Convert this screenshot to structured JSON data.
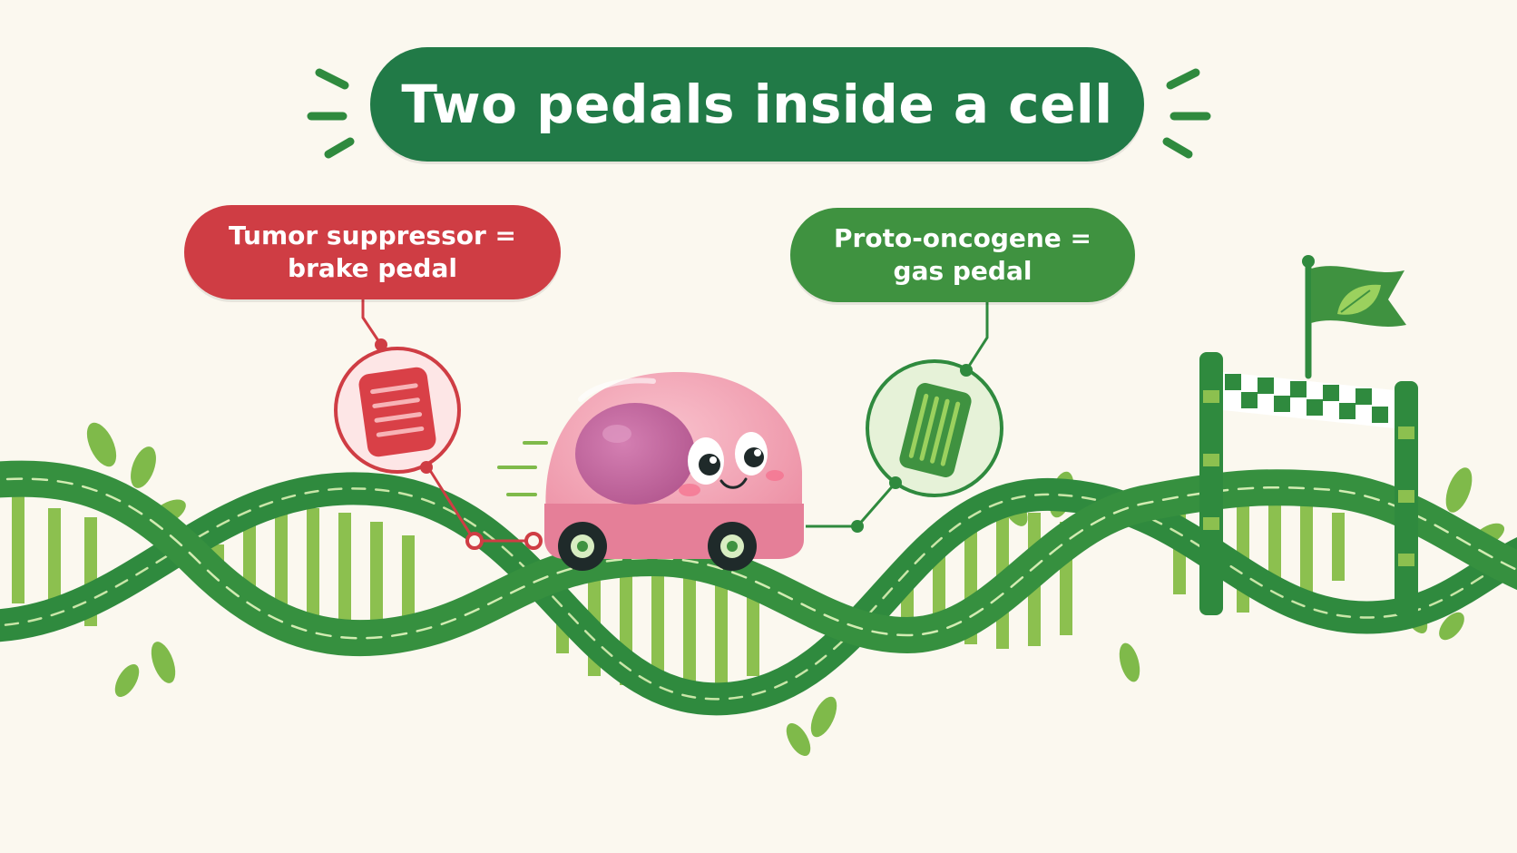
{
  "title": "Two pedals inside a cell",
  "labels": {
    "brake": "Tumor suppressor =\nbrake pedal",
    "gas": "Proto-oncogene =\ngas pedal"
  },
  "icons": {
    "brake_pedal": "brake-pedal-icon",
    "gas_pedal": "gas-pedal-icon",
    "cell_car": "cell-car-icon",
    "finish_flag": "finish-flag-icon",
    "dna_road": "dna-road-icon"
  },
  "colors": {
    "background": "#fbf8ef",
    "title_green": "#217a47",
    "brake_red": "#cf3d44",
    "gas_green": "#3f9240",
    "strand_dark": "#2f8a3e",
    "rung_light": "#8cc04f",
    "cell_pink": "#f4a3b4",
    "nucleus": "#c66aa0"
  }
}
